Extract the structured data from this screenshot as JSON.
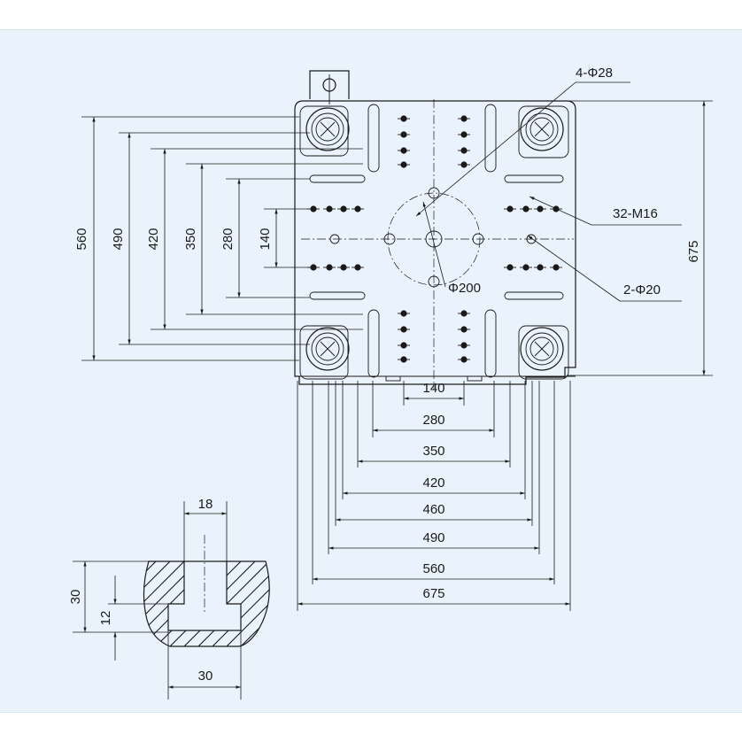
{
  "colors": {
    "background": "#eaf3fb",
    "ink": "#1a1a1a"
  },
  "callouts": {
    "tie_bar_holes": "4-Φ28",
    "tapped_holes": "32-M16",
    "locating_holes": "2-Φ20",
    "center_circle": "Φ200"
  },
  "dimensions": {
    "left": [
      "560",
      "490",
      "420",
      "350",
      "280",
      "140"
    ],
    "right": "675",
    "bottom": [
      "140",
      "280",
      "350",
      "420",
      "460",
      "490",
      "560",
      "675"
    ],
    "slot_width": "18",
    "slot_height": "30",
    "slot_depth": "12",
    "slot_base": "30"
  }
}
